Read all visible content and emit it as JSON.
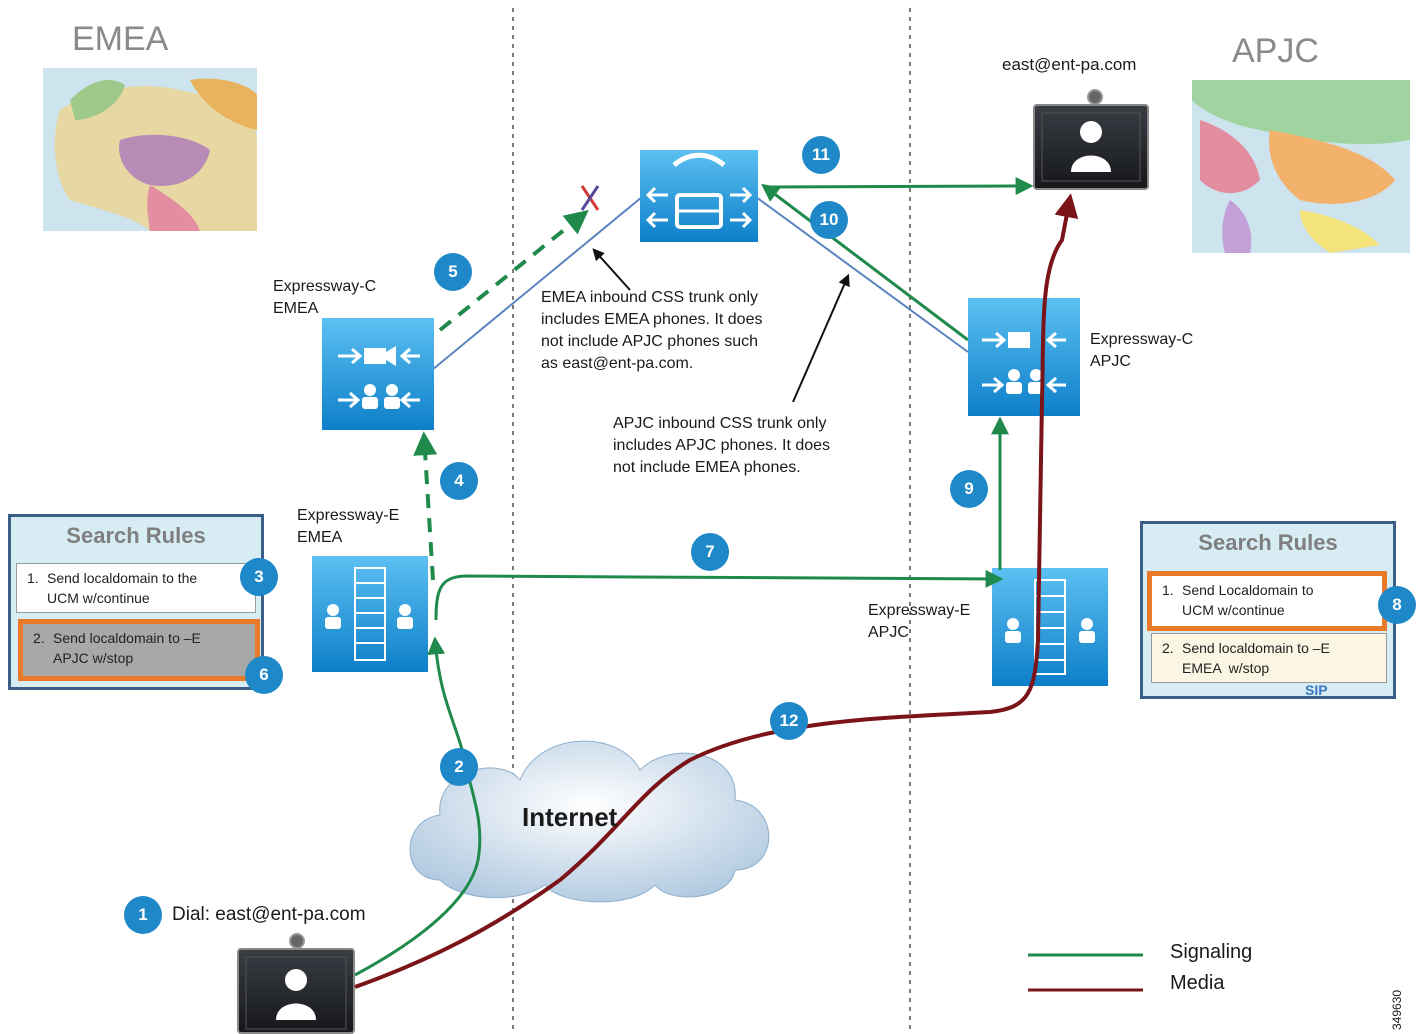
{
  "regions": {
    "left": "EMEA",
    "right": "APJC"
  },
  "devices": {
    "exp_c_emea": "Expressway-C\nEMEA",
    "exp_e_emea": "Expressway-E\nEMEA",
    "exp_c_apjc": "Expressway-C\nAPJC",
    "exp_e_apjc": "Expressway-E\nAPJC",
    "callee": "east@ent-pa.com",
    "dial": "Dial: east@ent-pa.com",
    "internet": "Internet"
  },
  "notes": {
    "emea_css": "EMEA inbound CSS trunk only\nincludes EMEA phones. It does\nnot include APJC phones such\nas east@ent-pa.com.",
    "apjc_css": "APJC inbound CSS trunk only\nincludes APJC phones. It does\nnot include EMEA phones."
  },
  "search_rules_left": {
    "title": "Search Rules",
    "rule1_num": "1.",
    "rule1": "Send localdomain to the\nUCM w/continue",
    "rule2_num": "2.",
    "rule2": "Send localdomain to –E\nAPJC w/stop"
  },
  "search_rules_right": {
    "title": "Search Rules",
    "rule1_num": "1.",
    "rule1": "Send Localdomain to\nUCM w/continue",
    "rule2_num": "2.",
    "rule2": "Send localdomain to –E\nEMEA  w/stop",
    "footer": "SIP"
  },
  "steps": [
    "1",
    "2",
    "3",
    "4",
    "5",
    "6",
    "7",
    "8",
    "9",
    "10",
    "11",
    "12"
  ],
  "legend": {
    "signaling": "Signaling",
    "media": "Media"
  },
  "figure_number": "349630",
  "colors": {
    "signaling": "#1f8a4c",
    "media": "#7a1418",
    "badge": "#1e88c8",
    "device": "#1b8fd6"
  }
}
